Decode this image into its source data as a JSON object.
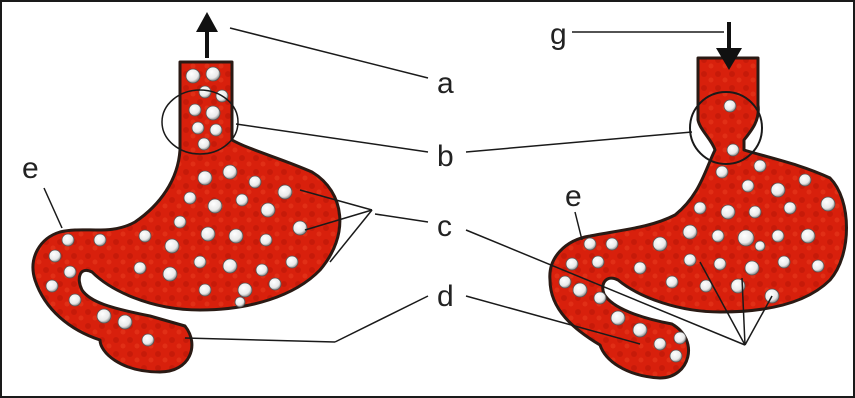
{
  "diagram": {
    "labels": {
      "a": "a",
      "b": "b",
      "c": "c",
      "d": "d",
      "e_left": "e",
      "e_right": "e",
      "g": "g"
    },
    "colors": {
      "organ_fill": "#d8200c",
      "organ_outline": "#2a1a14",
      "bubble": "#f4f4f4",
      "leader_line": "#1a1a1a",
      "frame": "#1a1a1a"
    }
  }
}
